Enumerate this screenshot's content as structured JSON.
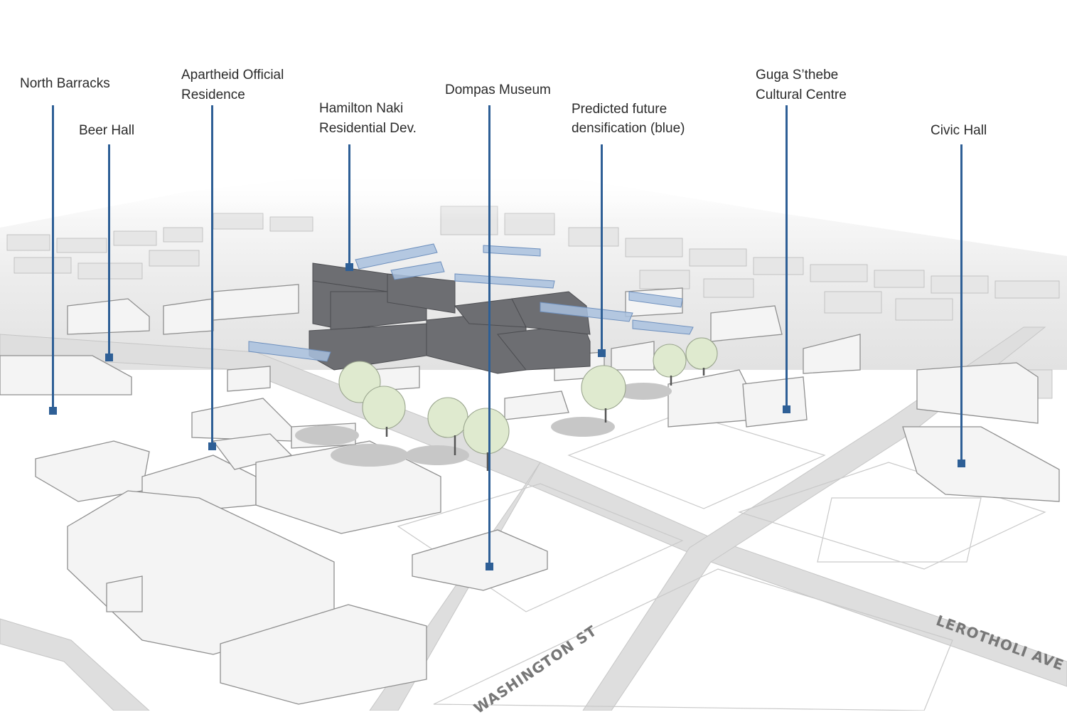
{
  "map": {
    "colors": {
      "leader": "#2e5f96",
      "existing_building": "#f3f3f3",
      "new_development": "#6d6e72",
      "future_densification": "#9fb8d8",
      "tree": "#dde9cf",
      "road": "#dcdcdc",
      "street_label": "#777777"
    },
    "labels": {
      "north_barracks": "North Barracks",
      "beer_hall": "Beer Hall",
      "apartheid_residence_1": "Apartheid Official",
      "apartheid_residence_2": "Residence",
      "hamilton_naki_1": "Hamilton Naki",
      "hamilton_naki_2": "Residential Dev.",
      "dompas_museum": "Dompas Museum",
      "predicted_1": "Predicted future",
      "predicted_2": "densification (blue)",
      "guga_1": "Guga S’thebe",
      "guga_2": "Cultural Centre",
      "civic_hall": "Civic Hall"
    },
    "streets": {
      "washington": "WASHINGTON ST",
      "lerotholi": "LEROTHOLI AVE"
    }
  }
}
